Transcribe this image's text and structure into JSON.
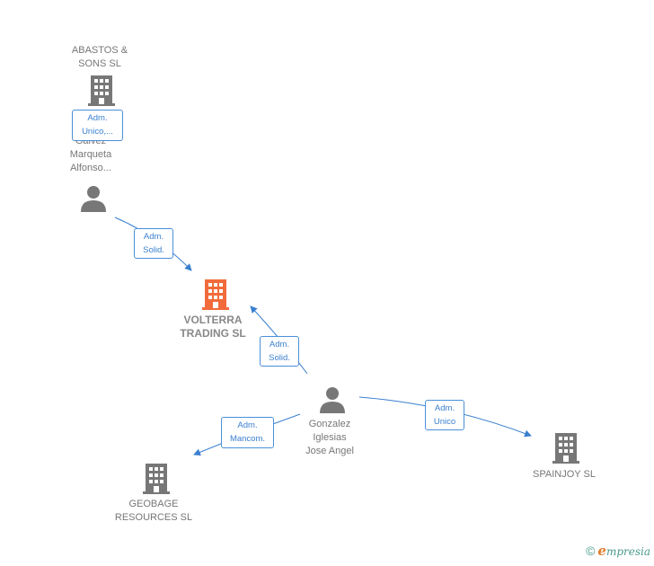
{
  "nodes": {
    "abastos": {
      "name": "ABASTOS &\nSONS  SL",
      "icon": "building-icon"
    },
    "galvez": {
      "name": "Galvez\nMarqueta\nAlfonso...",
      "icon": "person-icon"
    },
    "volterra": {
      "name": "VOLTERRA\nTRADING  SL",
      "icon": "building-icon-highlighted"
    },
    "gonzalez": {
      "name": "Gonzalez\nIglesias\nJose Angel",
      "icon": "person-icon"
    },
    "geobage": {
      "name": "GEOBAGE\nRESOURCES SL",
      "icon": "building-icon"
    },
    "spainjoy": {
      "name": "SPAINJOY SL",
      "icon": "building-icon"
    }
  },
  "edges": {
    "galvez_abastos": "Adm.\nUnico,...",
    "galvez_volterra": "Adm.\nSolid.",
    "gonzalez_volterra": "Adm.\nSolid.",
    "gonzalez_geobage": "Adm.\nMancom.",
    "gonzalez_spainjoy": "Adm.\nUnico"
  },
  "footer": {
    "copyright": "©",
    "brand_initial": "e",
    "brand_rest": "mpresia"
  },
  "colors": {
    "edge": "#3a7fd0",
    "node_gray": "#777777",
    "highlight": "#f26b3a"
  }
}
